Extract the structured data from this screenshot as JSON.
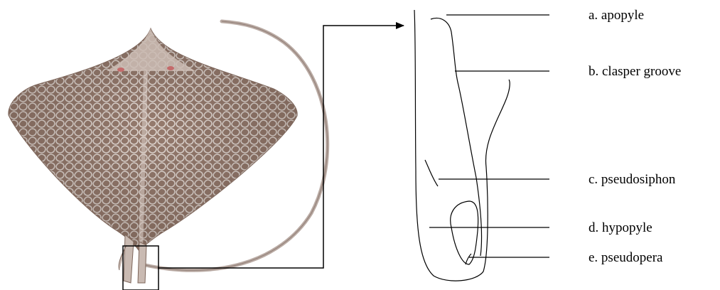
{
  "figure": {
    "subject": "stingray dorsal view with clasper detail",
    "colors": {
      "background": "#ffffff",
      "line": "#000000",
      "ray_body": "#9c8275",
      "ray_pattern": "#d9cfc8",
      "ray_tail": "#b8aaa4"
    },
    "labels": [
      {
        "id": "a",
        "text": "a. apopyle"
      },
      {
        "id": "b",
        "text": "b. clasper groove"
      },
      {
        "id": "c",
        "text": "c. pseudosiphon"
      },
      {
        "id": "d",
        "text": "d. hypopyle"
      },
      {
        "id": "e",
        "text": "e. pseudopera"
      }
    ]
  }
}
